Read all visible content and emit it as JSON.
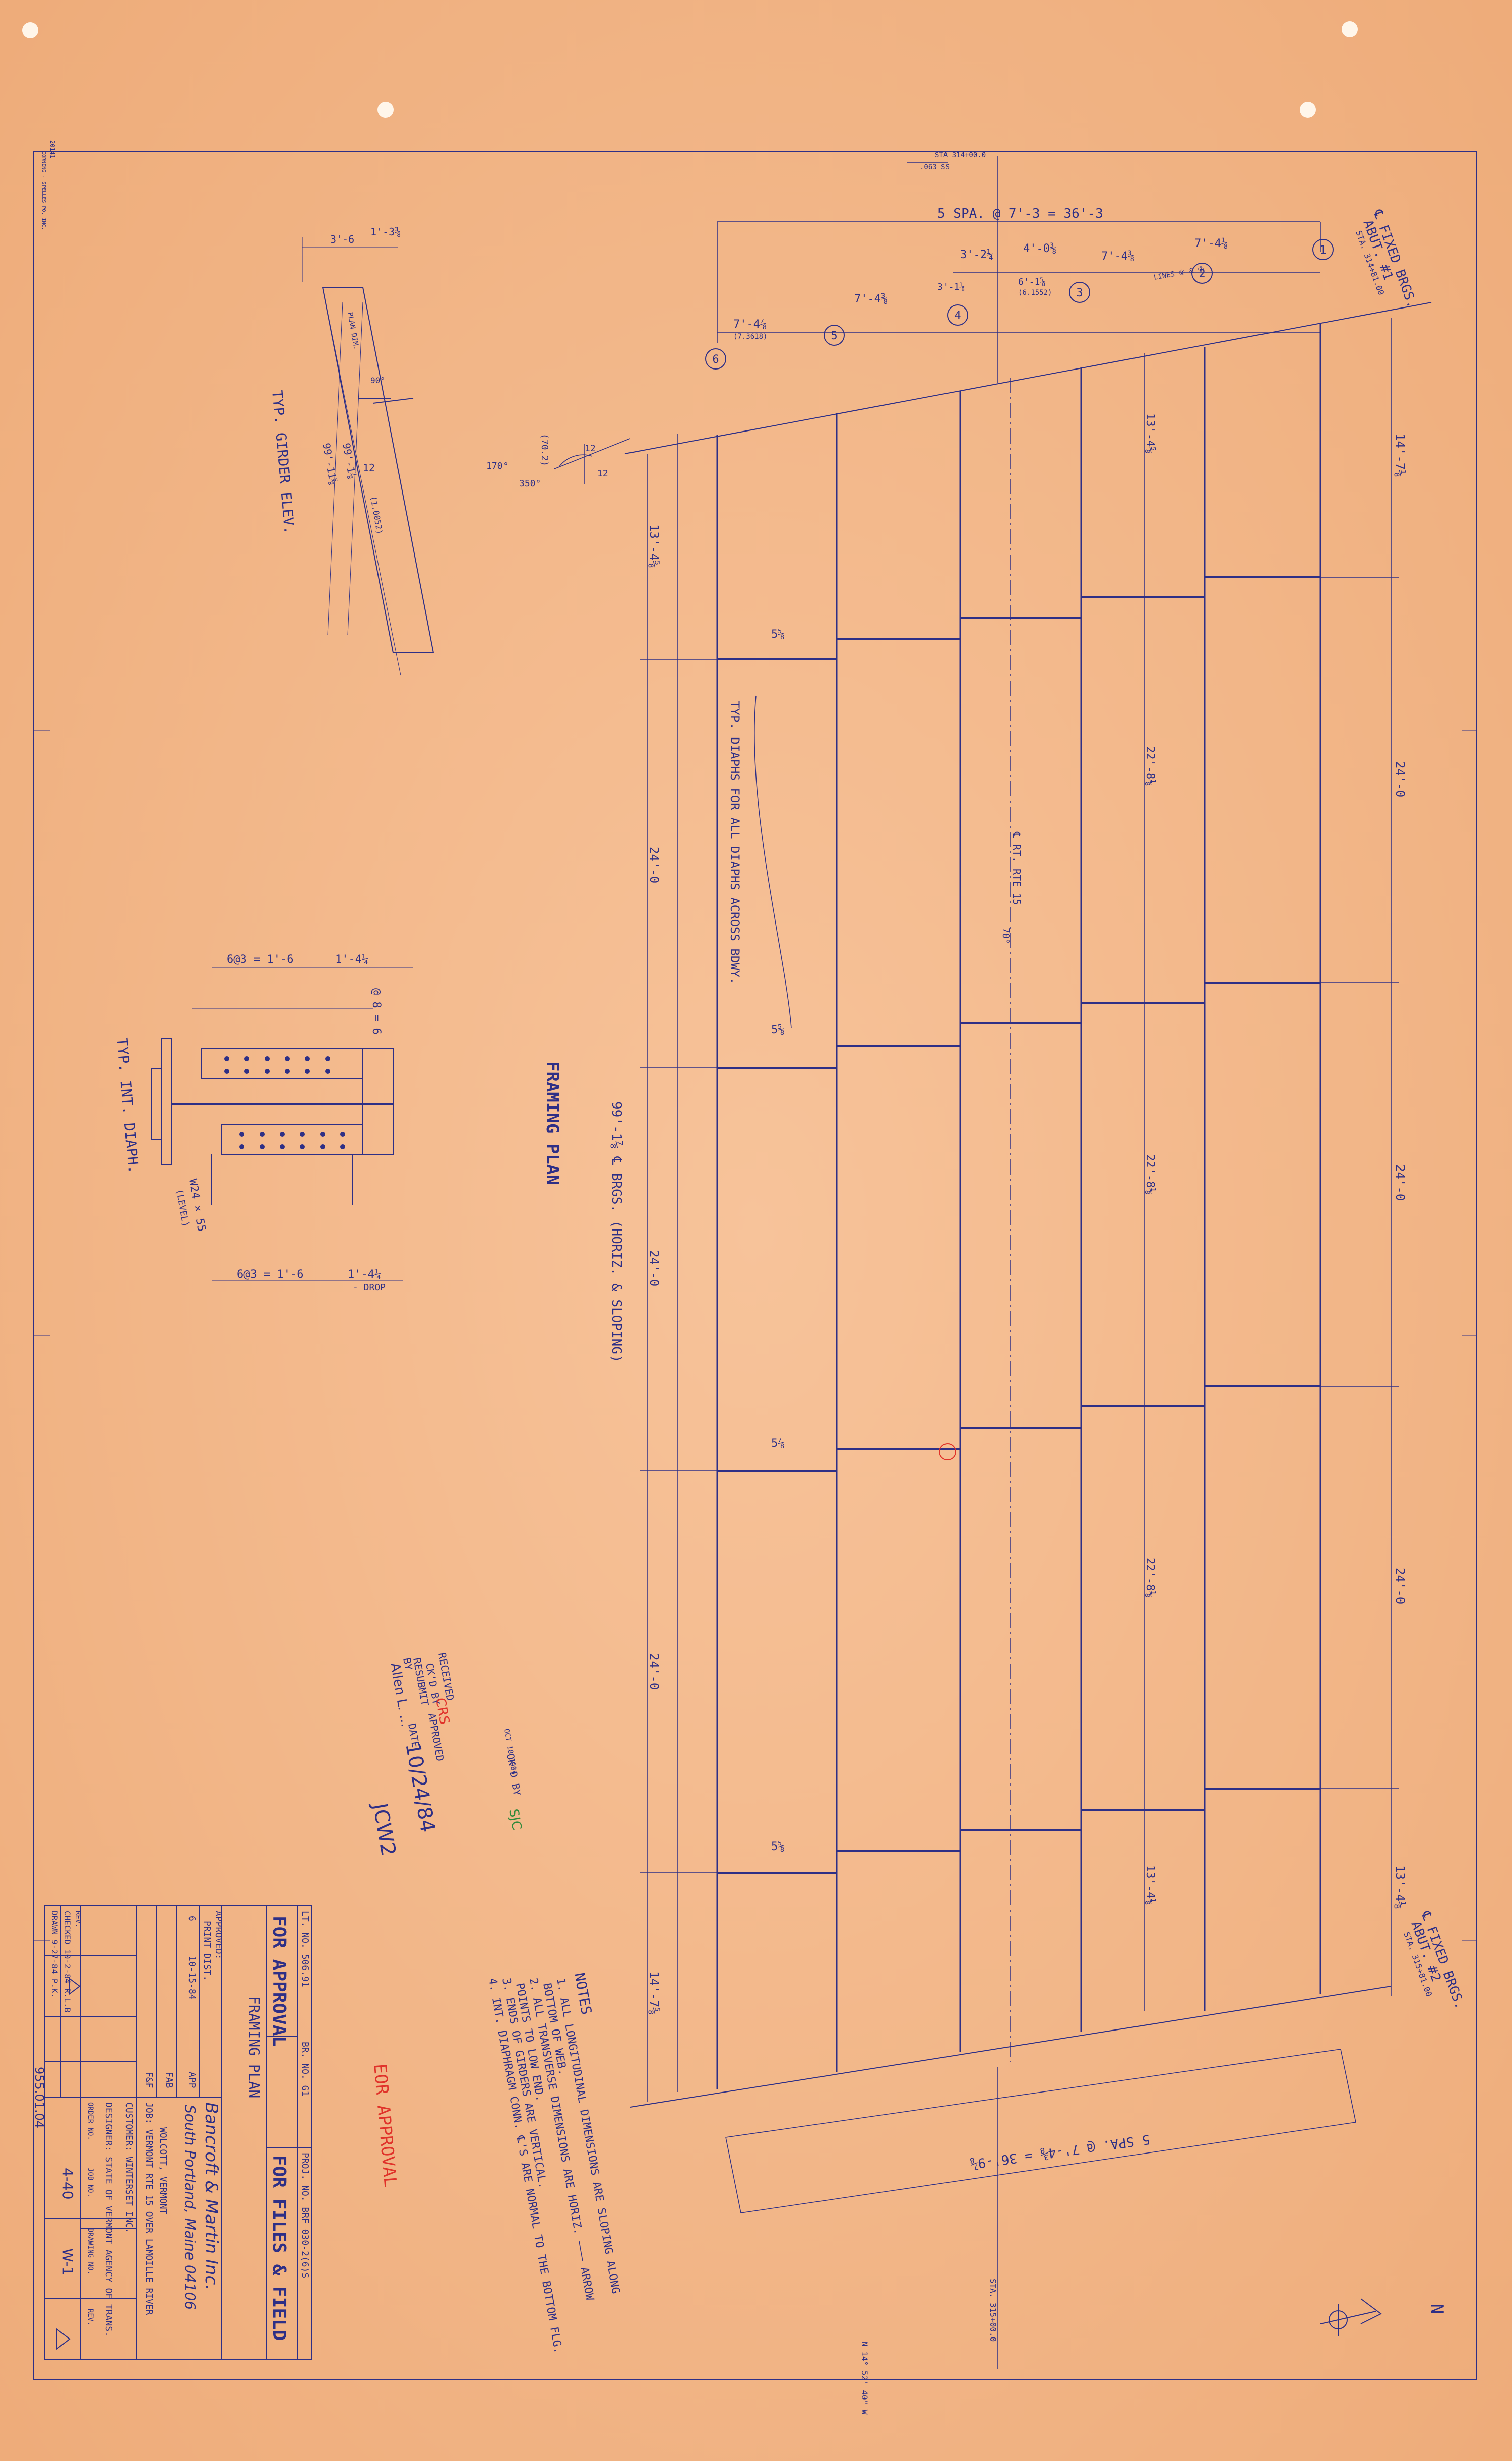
{
  "sheet": {
    "corner_tag": "20141",
    "margin_print": "CORNING · SPELLES PO. INC."
  },
  "header_dims": {
    "station_top": "STA 314+00.0",
    "skew_offset": ".063 SS",
    "overall_spacing": "5 SPA. @ 7'-3 = 36'-3",
    "dims": [
      "3'-2¼",
      "4'-0⅜",
      "7'-4⅜",
      "7'-4⅛",
      "3'-1⅛",
      "6'-1⅝",
      "(6.1552)",
      "7'-4⅜",
      "7'-4⅞",
      "(7.3618)",
      "LINES ② & ③"
    ]
  },
  "girders": [
    "1",
    "2",
    "3",
    "4",
    "5",
    "6"
  ],
  "fixed_brgs_top": {
    "line1": "℄ FIXED BRGS.",
    "line2": "ABUT. #1",
    "station": "STA. 314+81.00"
  },
  "fixed_brgs_bottom": {
    "line1": "℄ FIXED BRGS.",
    "line2": "ABUT. #2",
    "station": "STA. 315+81.00"
  },
  "angles": {
    "a1": "(70.2)",
    "a2": "170°",
    "a3": "350°",
    "a4": "12",
    "a5": "12"
  },
  "right_dims": [
    "14'-7⅛",
    "24'-0",
    "24'-0",
    "24'-0",
    "13'-4⅛"
  ],
  "left_dims": [
    "13'-4⅝",
    "24'-0",
    "24'-0",
    "24'-0",
    "14'-7⅝"
  ],
  "bay_dims": [
    "13'-4⅝",
    "22'-8⅛",
    "22'-8⅛",
    "22'-8⅛",
    "13'-4⅛"
  ],
  "diaph_labels": [
    "5⅝",
    "5⅝",
    "5⅞",
    "5⅝"
  ],
  "rt15": "℄ RT. RTE 15",
  "skew_mark": "70°",
  "diaph_note": "TYP. DIAPHS FOR ALL DIAPHS ACROSS BDWY.",
  "span_label": "99'-1⅞ ℄ BRGS. (HORIZ. & SLOPING)",
  "framing_plan_title": "FRAMING PLAN",
  "bottom_spacing": "5 SPA. @ 7'-4⅜ = 36'-9⅞",
  "bottom_station": "STA. 315+00.0",
  "bottom_angle": "N 14° 52' 40\" W",
  "girder_elev": {
    "title": "TYP. GIRDER ELEV.",
    "dims": [
      "3'-6",
      "1'-3⅜",
      "PLAN DIM.",
      "90°",
      "99'-11⅝",
      "99'-1⅞",
      "12",
      "(1.0052)"
    ]
  },
  "diaph": {
    "title": "TYP. INT. DIAPH.",
    "dims": [
      "6@3 = 1'-6",
      "1'-4¼",
      "6@3 = 1'-6",
      "1'-4¼",
      "@ 8 = 6",
      "W24 × 55",
      "(LEVEL)",
      "- DROP"
    ]
  },
  "notes": {
    "title": "NOTES",
    "items": [
      "1. ALL LONGITUDINAL DIMENSIONS ARE SLOPING ALONG",
      "   BOTTOM OF WEB.",
      "2. ALL TRANSVERSE DIMENSIONS ARE HORIZ. ——— ARROW",
      "   POINTS TO LOW END.",
      "3. ENDS OF GIRDERS ARE VERTICAL.",
      "4. INT. DIAPHRAGM CONN. ℄'S ARE NORMAL TO THE BOTTOM FLG."
    ]
  },
  "stamp": {
    "received": "RECEIVED",
    "date": "OCT 18 1984",
    "okd_by": "OK'D BY",
    "ckd_by": "CK'D BY",
    "approved": "APPROVED",
    "resubmit": "RESUBMIT",
    "by": "BY",
    "date_label": "DATE",
    "initials_red": "CRS",
    "initials_green": "SJC",
    "signature": "Allen L. ...",
    "hand_date": "10/24/84",
    "hand_initials": "JCW2"
  },
  "eor": "EOR APPROVAL",
  "title_block": {
    "lt_no": "LT. NO. 506.91",
    "br_no": "BR. NO. G1",
    "proj_no": "PROJ. NO. BRF 030-2(6)S",
    "for_approval": "FOR APPROVAL",
    "for_files": "FOR FILES & FIELD",
    "drawing_title": "FRAMING PLAN",
    "company": "Bancroft & Martin Inc.",
    "address": "South Portland, Maine 04106",
    "approved_label": "APPROVED:",
    "print_dist_label": "PRINT DIST.",
    "dist_rows": [
      {
        "q": "6",
        "date": "10-15-84",
        "for": "APP"
      },
      {
        "q": "",
        "date": "",
        "for": "FAB"
      },
      {
        "q": "",
        "date": "",
        "for": "F&F"
      }
    ],
    "job": "JOB: VERMONT RTE 15 OVER LAMOILLE RIVER",
    "location": "WOLCOTT, VERMONT",
    "customer": "CUSTOMER: WINTERSET INC.",
    "designer": "DESIGNER: STATE OF VERMONT AGENCY OF TRANS.",
    "order_label": "ORDER NO.",
    "job_no_label": "JOB NO.",
    "drawing_no_label": "DRAWING NO.",
    "rev_label": "REV.",
    "order_no": "4-40",
    "drawing_no": "W-1",
    "rev_row": "REV.",
    "checked": "CHECKED 10-2-84  R.L.B",
    "drawn": "DRAWN  9-27-84  P.K.",
    "footer_num": "955.01.04"
  },
  "north": "N",
  "colors": {
    "line": "#2e2f86",
    "paper": "#f3b98a",
    "red": "#e0322a",
    "green": "#2f8a3a"
  }
}
